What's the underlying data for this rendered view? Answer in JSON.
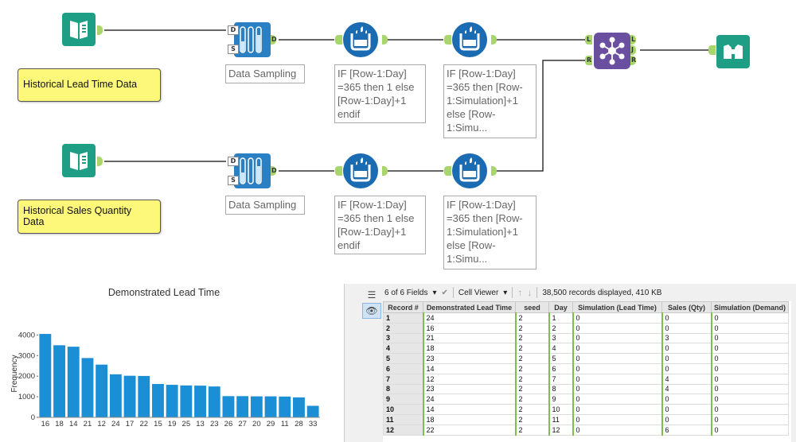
{
  "workflow": {
    "notes": {
      "lead_time": "Historical Lead Time Data",
      "sales_qty": "Historical Sales Quantity Data"
    },
    "sampling_labels": [
      "Data Sampling",
      "Data Sampling"
    ],
    "formula_annotations": [
      "IF [Row-1:Day]\n=365 then 1 else\n[Row-1:Day]+1\nendif",
      "IF [Row-1:Day]\n=365 then [Row-\n1:Simulation]+1\nelse [Row-\n1:Simu...",
      "IF [Row-1:Day]\n=365 then 1 else\n[Row-1:Day]+1\nendif",
      "IF [Row-1:Day]\n=365 then [Row-\n1:Simulation]+1\nelse [Row-\n1:Simu..."
    ],
    "anchor_labels": {
      "d": "D",
      "s": "S",
      "l": "L",
      "r": "R",
      "j": "J"
    },
    "icons": [
      "input-data-icon",
      "sample-icon",
      "formula-icon",
      "join-icon",
      "browse-icon"
    ]
  },
  "chart_data": {
    "type": "bar",
    "title": "Demonstrated Lead Time",
    "xlabel": "",
    "ylabel": "Frequency",
    "categories": [
      "16",
      "18",
      "14",
      "21",
      "12",
      "24",
      "17",
      "22",
      "15",
      "19",
      "25",
      "13",
      "23",
      "26",
      "27",
      "20",
      "29",
      "11",
      "28",
      "33"
    ],
    "values": [
      4050,
      3500,
      3430,
      2880,
      2560,
      2090,
      2020,
      2010,
      1620,
      1580,
      1550,
      1540,
      1500,
      1030,
      1030,
      1020,
      1020,
      1010,
      970,
      560
    ],
    "yticks": [
      "0",
      "1000",
      "2000",
      "3000",
      "4000"
    ],
    "ylim": [
      0,
      4400
    ],
    "color": "#1b8fd6",
    "grid": false
  },
  "grid": {
    "toolbar": {
      "fields": "6 of 6 Fields",
      "viewer": "Cell Viewer",
      "status": "38,500 records displayed, 410 KB"
    },
    "columns": [
      "Record #",
      "Demonstrated Lead Time",
      "seed",
      "Day",
      "Simulation (Lead Time)",
      "Sales (Qty)",
      "Simulation (Demand)"
    ],
    "rows": [
      [
        "1",
        "24",
        "2",
        "1",
        "0",
        "0",
        "0"
      ],
      [
        "2",
        "16",
        "2",
        "2",
        "0",
        "0",
        "0"
      ],
      [
        "3",
        "21",
        "2",
        "3",
        "0",
        "3",
        "0"
      ],
      [
        "4",
        "18",
        "2",
        "4",
        "0",
        "0",
        "0"
      ],
      [
        "5",
        "23",
        "2",
        "5",
        "0",
        "0",
        "0"
      ],
      [
        "6",
        "14",
        "2",
        "6",
        "0",
        "0",
        "0"
      ],
      [
        "7",
        "12",
        "2",
        "7",
        "0",
        "4",
        "0"
      ],
      [
        "8",
        "23",
        "2",
        "8",
        "0",
        "4",
        "0"
      ],
      [
        "9",
        "24",
        "2",
        "9",
        "0",
        "0",
        "0"
      ],
      [
        "10",
        "14",
        "2",
        "10",
        "0",
        "0",
        "0"
      ],
      [
        "11",
        "18",
        "2",
        "11",
        "0",
        "0",
        "0"
      ],
      [
        "12",
        "22",
        "2",
        "12",
        "0",
        "6",
        "0"
      ]
    ]
  }
}
